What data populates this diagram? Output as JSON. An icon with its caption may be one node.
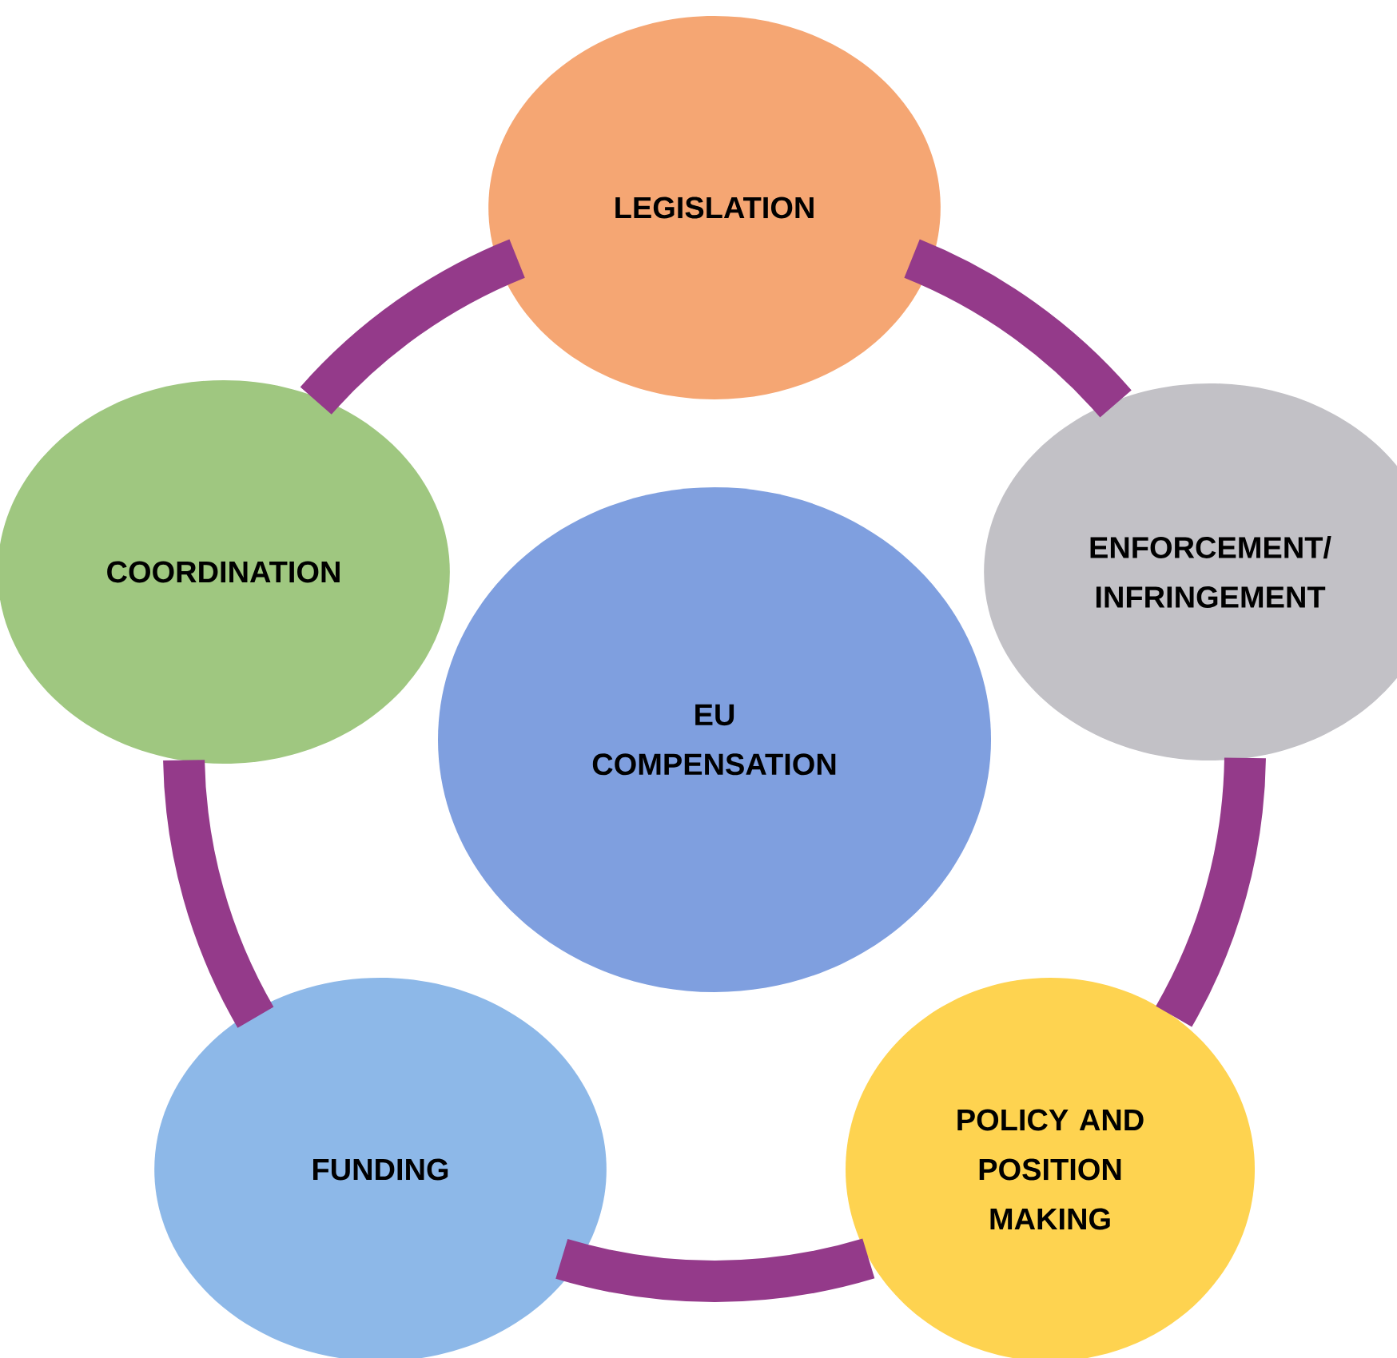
{
  "diagram": {
    "nodes": [
      {
        "text": [
          "LEGISLATION"
        ]
      },
      {
        "text": [
          "COORDINATION"
        ]
      },
      {
        "text": [
          "ENFORCEMENT/ INFRINGEMENT"
        ]
      },
      {
        "text": [
          "EU COMPENSATION"
        ]
      },
      {
        "text": [
          "FUNDING"
        ]
      },
      {
        "text": [
          "POLICY AND POSITION MAKING"
        ]
      }
    ],
    "edges": [
      {
        "from": 0,
        "to": 2,
        "arrow": "none"
      },
      {
        "from": 2,
        "to": 5,
        "arrow": "none"
      },
      {
        "from": 5,
        "to": 4,
        "arrow": "none"
      },
      {
        "from": 4,
        "to": 1,
        "arrow": "none"
      },
      {
        "from": 1,
        "to": 0,
        "arrow": "none"
      }
    ]
  }
}
